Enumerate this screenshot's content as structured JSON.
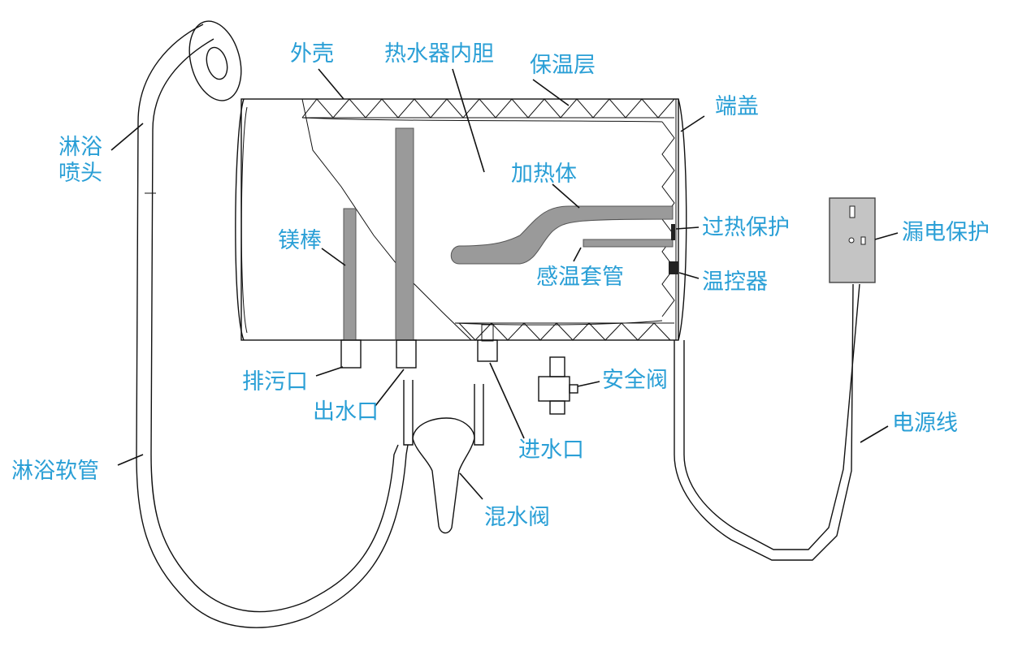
{
  "labels": {
    "outer_shell": "外壳",
    "inner_tank": "热水器内胆",
    "insulation": "保温层",
    "end_cap": "端盖",
    "shower_head": "淋浴\n喷头",
    "heater": "加热体",
    "overheat_protection": "过热保护",
    "leakage_protection": "漏电保护",
    "magnesium_rod": "镁棒",
    "temp_sensor_tube": "感温套管",
    "thermostat": "温控器",
    "drain_outlet": "排污口",
    "water_outlet": "出水口",
    "water_inlet": "进水口",
    "safety_valve": "安全阀",
    "power_cord": "电源线",
    "shower_hose": "淋浴软管",
    "mixing_valve": "混水阀"
  },
  "colors": {
    "label": "#2a9fd6",
    "line": "#111111",
    "rod": "#9a9a9a",
    "leakage_box": "#c4c4c4"
  }
}
